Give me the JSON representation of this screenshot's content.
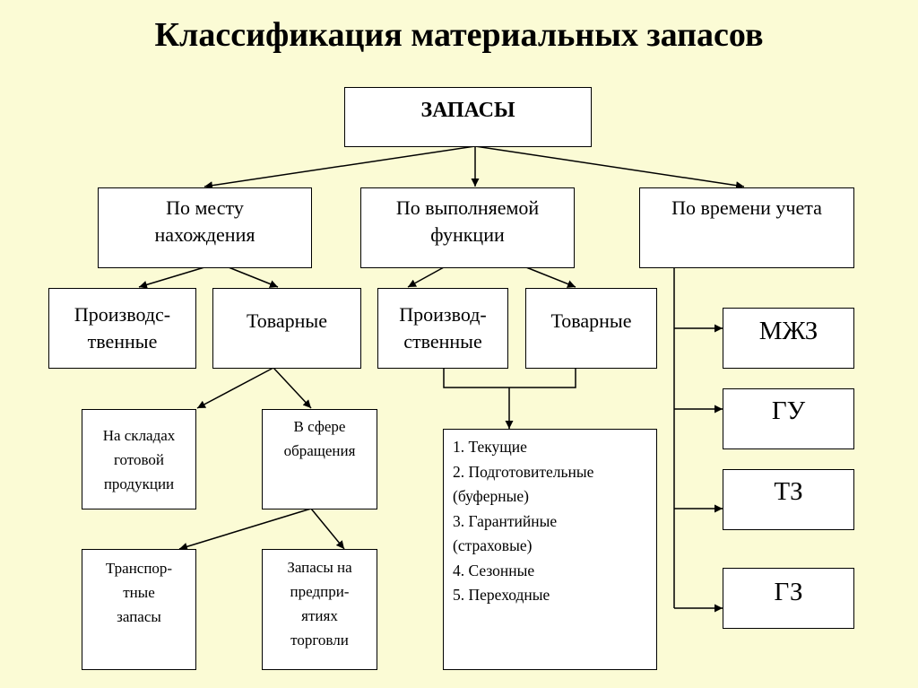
{
  "title": "Классификация материальных запасов",
  "root": "ЗАПАСЫ",
  "criteria": {
    "location": [
      "По месту",
      "нахождения"
    ],
    "function": [
      "По выполняемой",
      "функции"
    ],
    "time": [
      "По времени учета"
    ]
  },
  "location_types": {
    "production": [
      "Производс-",
      "твенные"
    ],
    "commodity": [
      "Товарные"
    ]
  },
  "function_types": {
    "production": [
      "Производ-",
      "ственные"
    ],
    "commodity": [
      "Товарные"
    ]
  },
  "commodity_sub": {
    "warehouses": [
      "На складах",
      "готовой",
      "продукции"
    ],
    "circulation": [
      "В сфере",
      "обращения"
    ]
  },
  "circulation_sub": {
    "transport": [
      "Транспор-",
      "тные",
      "запасы"
    ],
    "trade": [
      "Запасы на",
      "предпри-",
      "ятиях",
      "торговли"
    ]
  },
  "function_list": [
    "1. Текущие",
    "2. Подготовительные",
    "(буферные)",
    "3. Гарантийные",
    "(страховые)",
    "4. Сезонные",
    "5. Переходные"
  ],
  "time_types": [
    "МЖЗ",
    "ГУ",
    "ТЗ",
    "ГЗ"
  ]
}
